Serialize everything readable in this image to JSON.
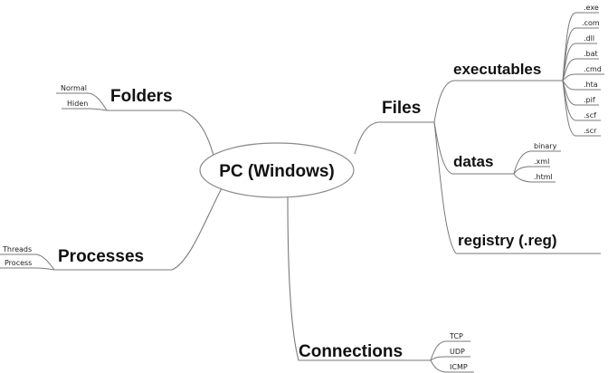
{
  "center": {
    "label": "PC (Windows)"
  },
  "branches": {
    "folders": {
      "label": "Folders",
      "leaves": [
        "Normal",
        "Hiden"
      ]
    },
    "processes": {
      "label": "Processes",
      "leaves": [
        "Threads",
        "Process"
      ]
    },
    "connections": {
      "label": "Connections",
      "leaves": [
        "TCP",
        "UDP",
        "ICMP"
      ]
    },
    "files": {
      "label": "Files",
      "subbranches": {
        "executables": {
          "label": "executables",
          "leaves": [
            ".exe",
            ".com",
            ".dll",
            ".bat",
            ".cmd",
            ".hta",
            ".pif",
            ".scf",
            ".scr"
          ]
        },
        "datas": {
          "label": "datas",
          "leaves": [
            "binary",
            ".xml",
            ".html"
          ]
        },
        "registry": {
          "label": "registry (.reg)"
        }
      }
    }
  }
}
